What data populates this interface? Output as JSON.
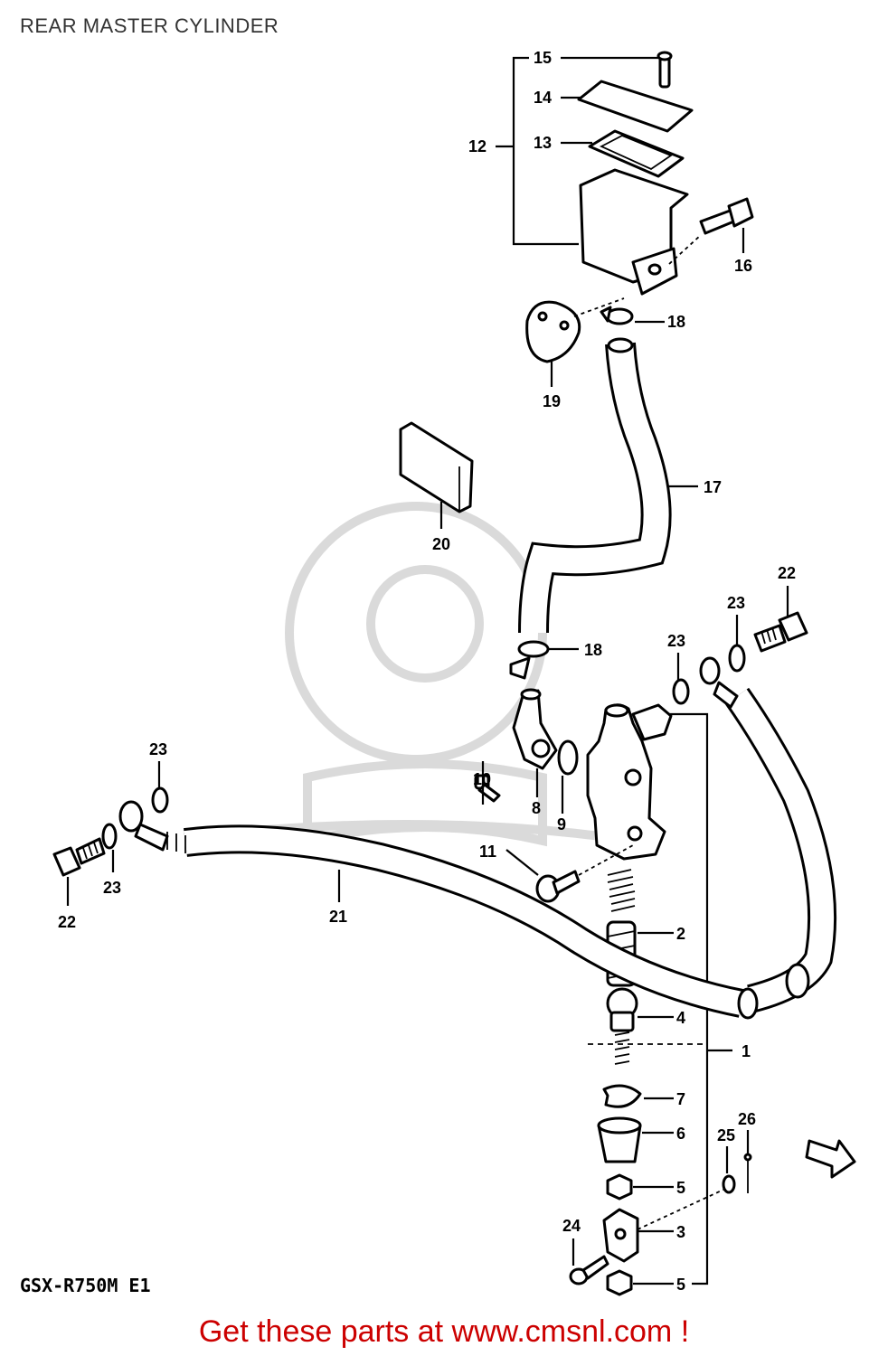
{
  "title": "REAR MASTER CYLINDER",
  "model": "GSX-R750M E1",
  "cta": "Get these parts at www.cmsnl.com !",
  "callouts": {
    "c1": "1",
    "c2": "2",
    "c3": "3",
    "c4": "4",
    "c5a": "5",
    "c5b": "5",
    "c6": "6",
    "c7": "7",
    "c8": "8",
    "c9": "9",
    "c10": "10",
    "c11": "11",
    "c12": "12",
    "c13": "13",
    "c14": "14",
    "c15": "15",
    "c16": "16",
    "c17": "17",
    "c18a": "18",
    "c18b": "18",
    "c19": "19",
    "c20": "20",
    "c21": "21",
    "c22a": "22",
    "c22b": "22",
    "c23a": "23",
    "c23b": "23",
    "c23c": "23",
    "c23d": "23",
    "c24": "24",
    "c25": "25",
    "c26": "26"
  },
  "colors": {
    "cta": "#cc0000",
    "line": "#000000",
    "watermark": "#d6d6d6"
  }
}
